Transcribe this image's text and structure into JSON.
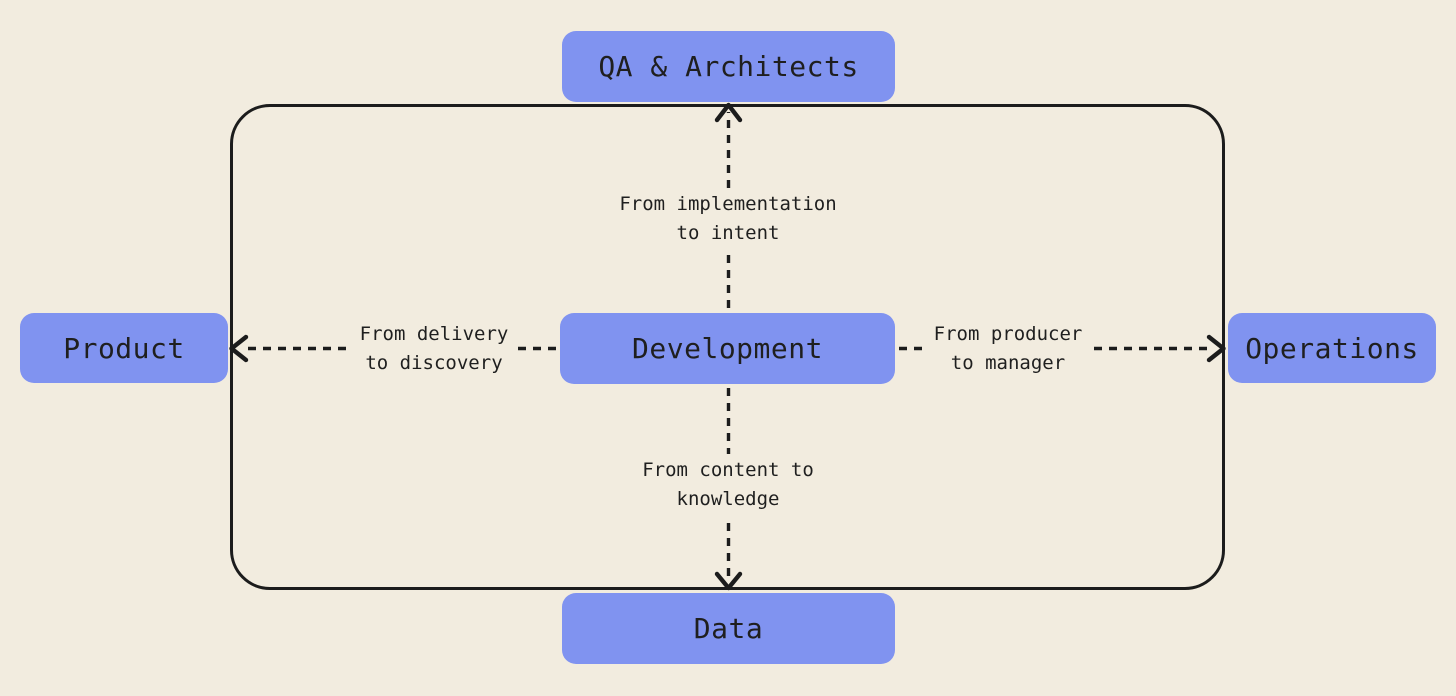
{
  "diagram": {
    "colors": {
      "background": "#f2ecdf",
      "node_fill": "#8093f0",
      "line": "#1c1c1c",
      "text": "#1f1f1f"
    },
    "nodes": {
      "top": {
        "label": "QA & Architects"
      },
      "left": {
        "label": "Product"
      },
      "center": {
        "label": "Development"
      },
      "right": {
        "label": "Operations"
      },
      "bottom": {
        "label": "Data"
      }
    },
    "edges": {
      "center_to_top": {
        "line1": "From implementation",
        "line2": "to intent"
      },
      "center_to_left": {
        "line1": "From delivery",
        "line2": "to discovery"
      },
      "center_to_right": {
        "line1": "From producer",
        "line2": "to manager"
      },
      "center_to_bottom": {
        "line1": "From content to",
        "line2": "knowledge"
      }
    }
  }
}
